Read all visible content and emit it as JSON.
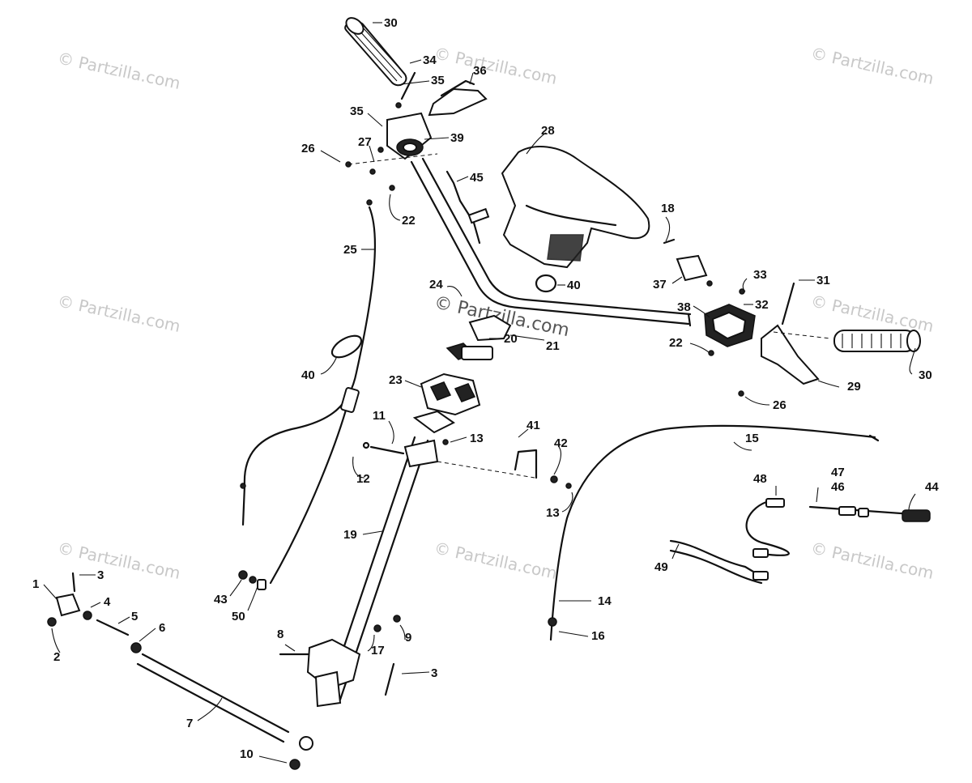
{
  "watermark": {
    "text": "© Partzilla.com",
    "color": "#c8c8c8",
    "center_color": "#555555"
  },
  "callouts": [
    "30",
    "34",
    "35",
    "36",
    "35",
    "39",
    "27",
    "26",
    "45",
    "28",
    "22",
    "25",
    "18",
    "33",
    "37",
    "31",
    "24",
    "40",
    "38",
    "32",
    "21",
    "20",
    "30",
    "22",
    "29",
    "40",
    "23",
    "26",
    "11",
    "13",
    "41",
    "42",
    "12",
    "15",
    "48",
    "47",
    "46",
    "44",
    "13",
    "19",
    "49",
    "3",
    "1",
    "4",
    "5",
    "43",
    "50",
    "14",
    "2",
    "6",
    "8",
    "17",
    "9",
    "16",
    "3",
    "7",
    "10"
  ]
}
